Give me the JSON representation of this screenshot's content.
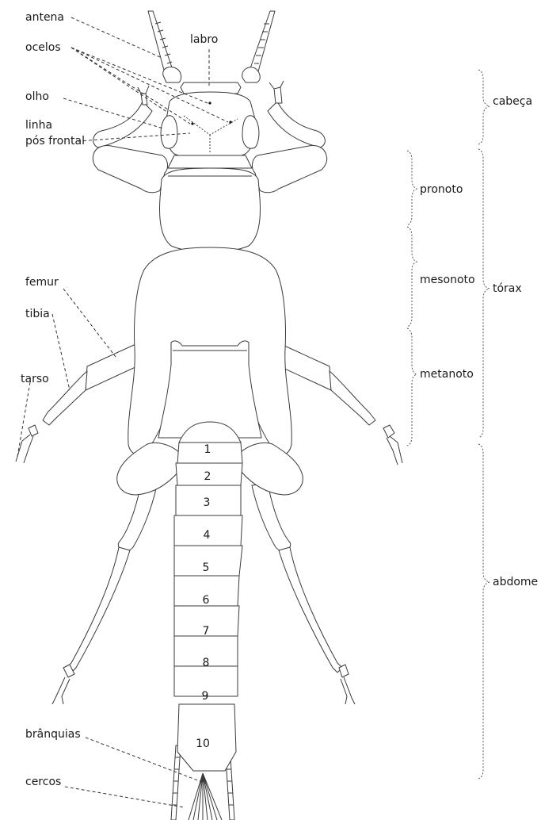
{
  "labels": {
    "antena": "antena",
    "ocelos": "ocelos",
    "olho": "olho",
    "linha_1": "linha",
    "linha_2": "pós frontal",
    "labro": "labro",
    "femur": "femur",
    "tibia": "tibia",
    "tarso": "tarso",
    "branquias": "brânquias",
    "cercos": "cercos",
    "cabeca": "cabeça",
    "pronoto": "pronoto",
    "mesonoto": "mesonoto",
    "metanoto": "metanoto",
    "torax": "tórax",
    "abdome": "abdome"
  },
  "segments": [
    "1",
    "2",
    "3",
    "4",
    "5",
    "6",
    "7",
    "8",
    "9",
    "10"
  ]
}
